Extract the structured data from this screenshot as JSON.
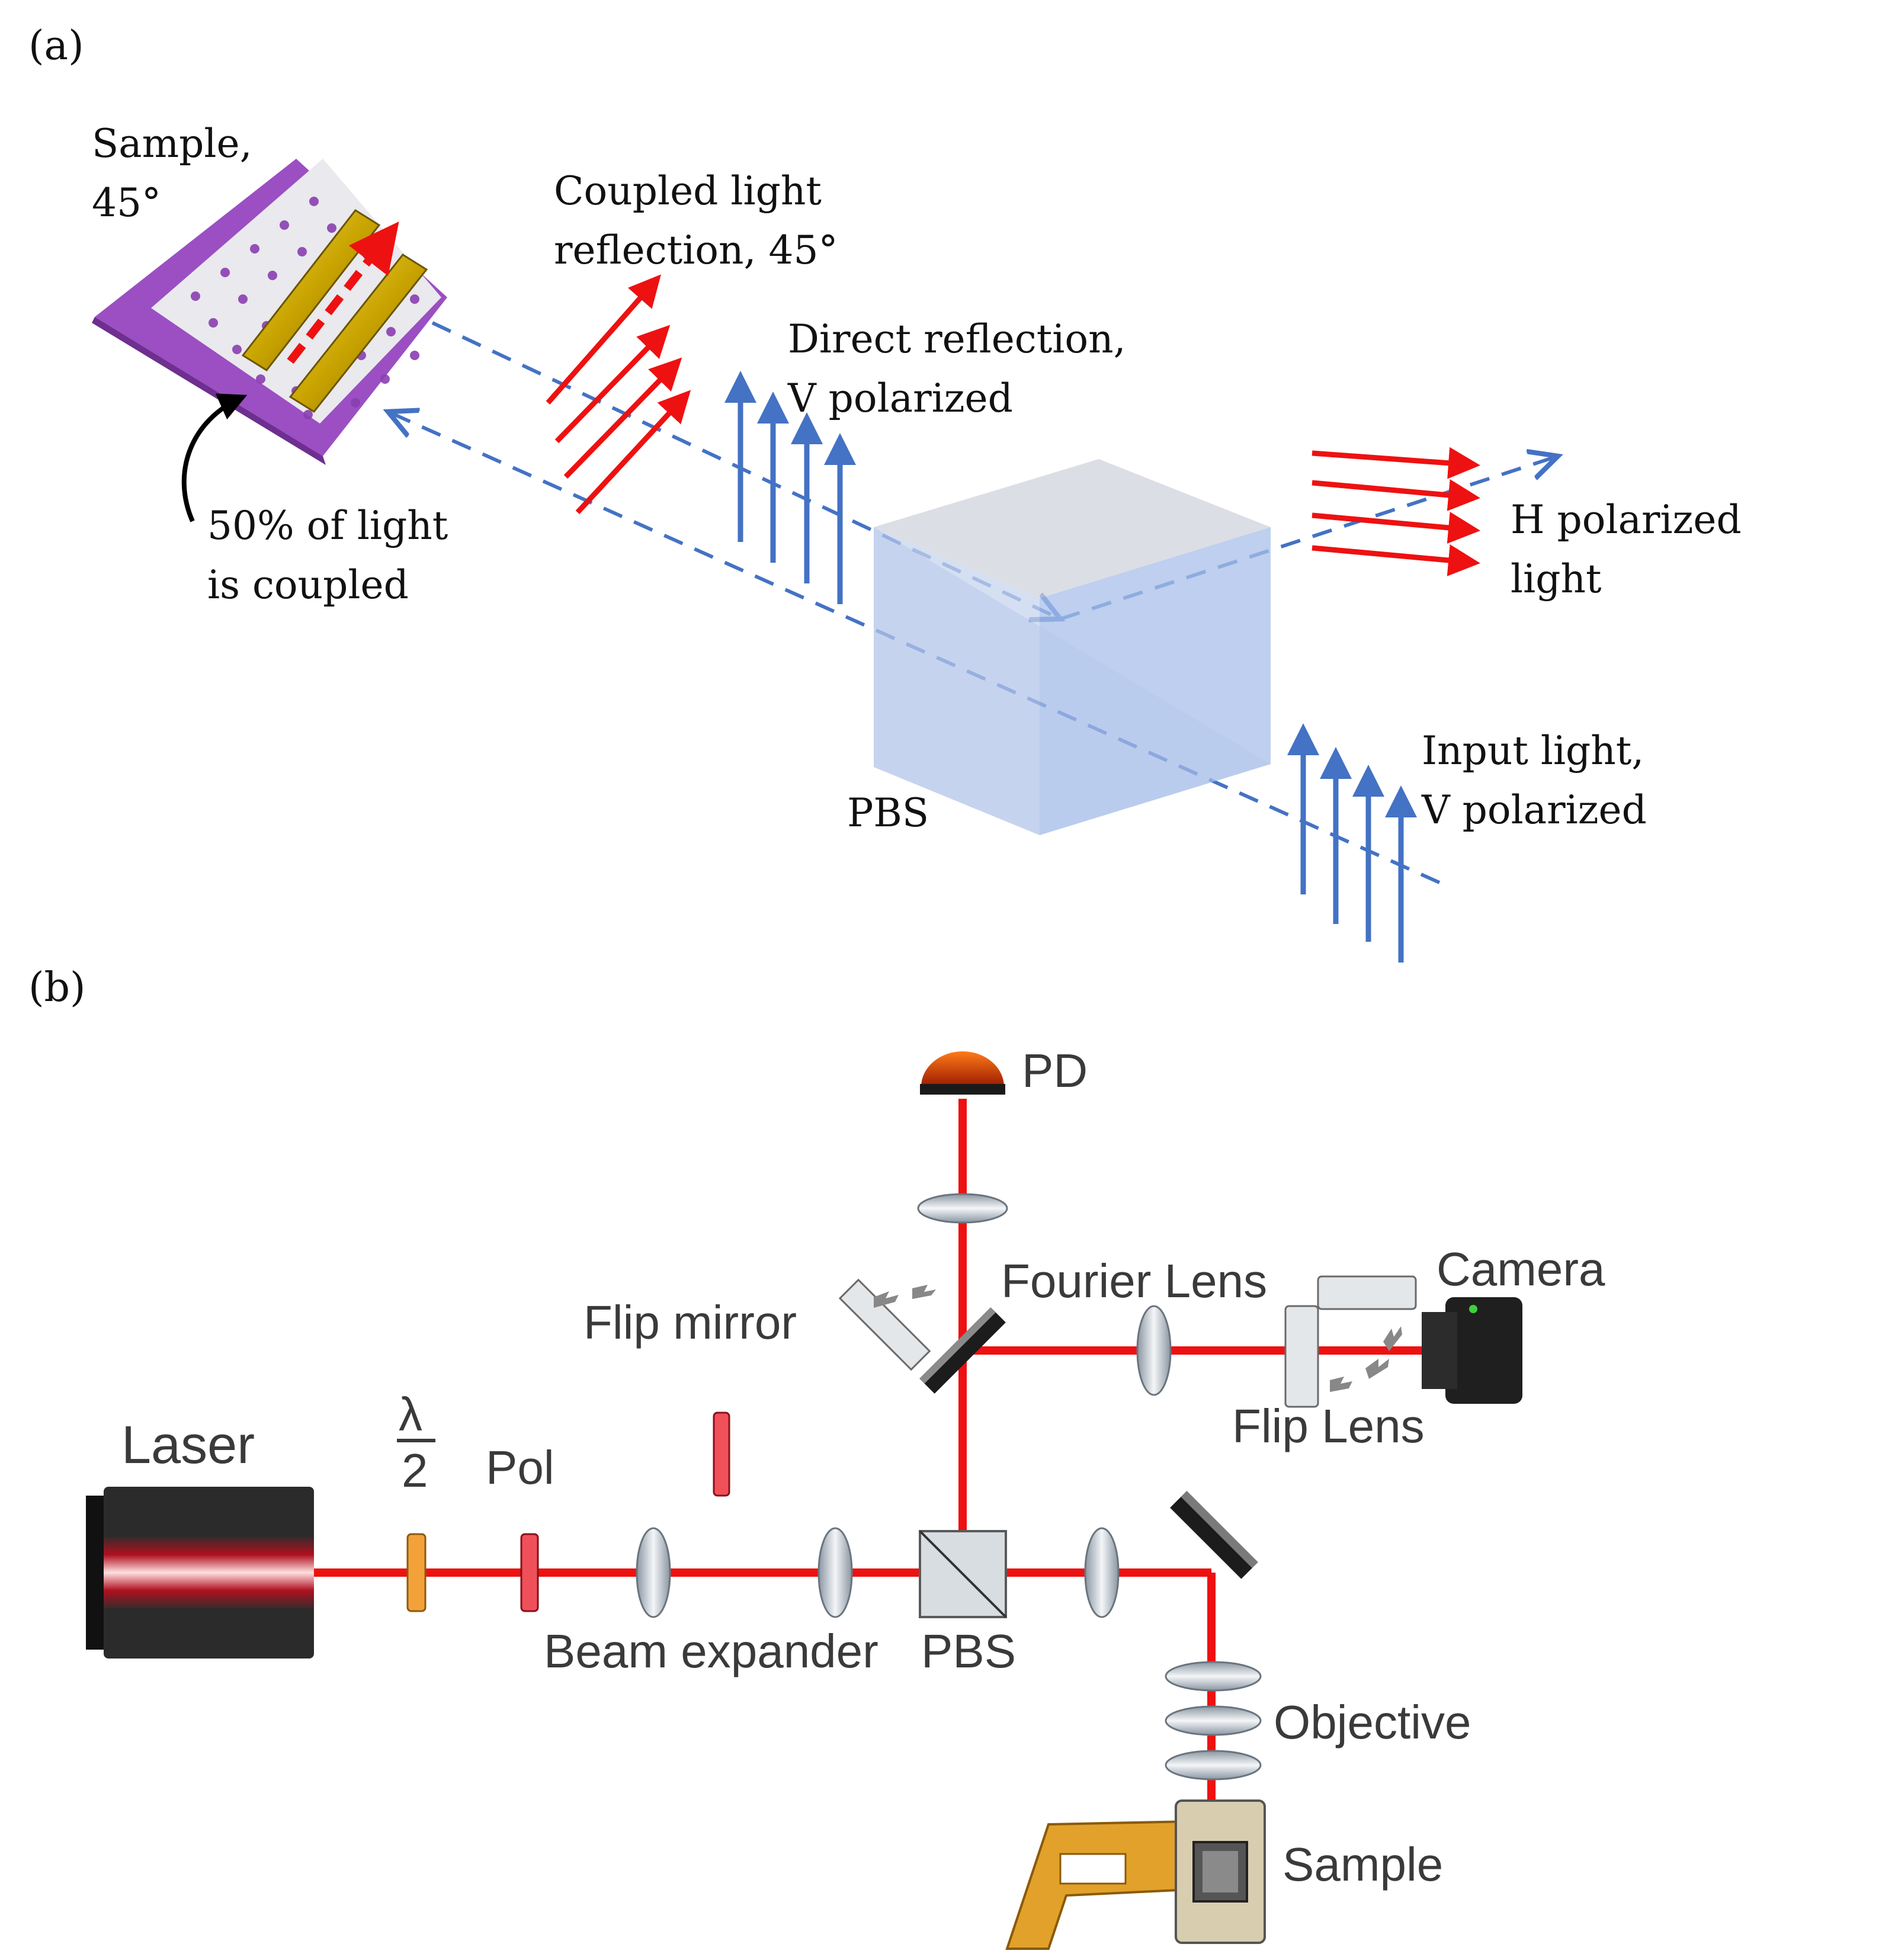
{
  "panel_a": {
    "label": "(a)",
    "sample_label": [
      "Sample,",
      "45°"
    ],
    "coupled_label": [
      "Coupled light",
      "reflection, 45°"
    ],
    "direct_label": [
      "Direct reflection,",
      "V polarized"
    ],
    "h_label": [
      "H polarized",
      "light"
    ],
    "input_label": [
      "Input light,",
      "V polarized"
    ],
    "fraction_label": [
      "50% of light",
      "is coupled"
    ],
    "pbs_label": "PBS"
  },
  "panel_b": {
    "label": "(b)",
    "laser": "Laser",
    "waveplate_num": "λ",
    "waveplate_den": "2",
    "pol": "Pol",
    "beam_expander": "Beam expander",
    "pbs": "PBS",
    "pd": "PD",
    "flip_mirror": "Flip mirror",
    "fourier_lens": "Fourier Lens",
    "camera": "Camera",
    "flip_lens": "Flip Lens",
    "objective": "Objective",
    "sample": "Sample"
  },
  "colors": {
    "red": "#ee1111",
    "blue": "#4472c4",
    "purple": "#9b59b6",
    "gold": "#c9a400",
    "cube": "#b7c9ea"
  }
}
